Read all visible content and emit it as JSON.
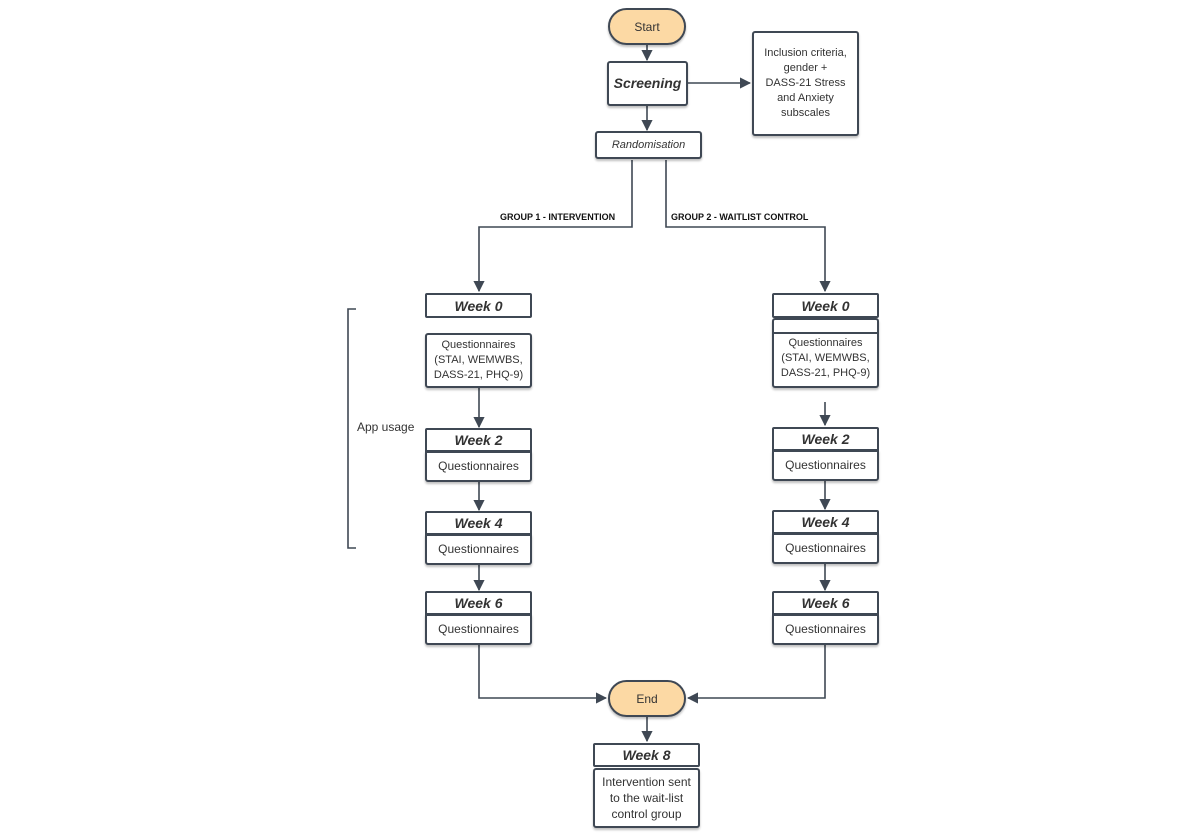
{
  "start": "Start",
  "screening": "Screening",
  "criteria": [
    "Inclusion criteria,",
    "gender +",
    "DASS-21 Stress",
    "and Anxiety",
    "subscales"
  ],
  "randomisation": "Randomisation",
  "group1_label": "GROUP 1 - INTERVENTION",
  "group2_label": "GROUP 2 - WAITLIST CONTROL",
  "app_usage": "App usage",
  "group1": {
    "week0": "Week 0",
    "q0": [
      "Questionnaires",
      "(STAI, WEMWBS,",
      "DASS-21, PHQ-9)"
    ],
    "week2": "Week 2",
    "q2": "Questionnaires",
    "week4": "Week 4",
    "q4": "Questionnaires",
    "week6": "Week 6",
    "q6": "Questionnaires"
  },
  "group2": {
    "week0": "Week 0",
    "q0": [
      "Questionnaires",
      "(STAI, WEMWBS,",
      "DASS-21, PHQ-9)"
    ],
    "week2": "Week 2",
    "q2": "Questionnaires",
    "week4": "Week 4",
    "q4": "Questionnaires",
    "week6": "Week 6",
    "q6": "Questionnaires"
  },
  "end": "End",
  "week8": "Week 8",
  "final": [
    "Intervention sent",
    "to the wait-list",
    "control group"
  ],
  "colors": {
    "line": "#3f4854",
    "terminal_fill": "#fcd9a4",
    "text": "#333333"
  }
}
